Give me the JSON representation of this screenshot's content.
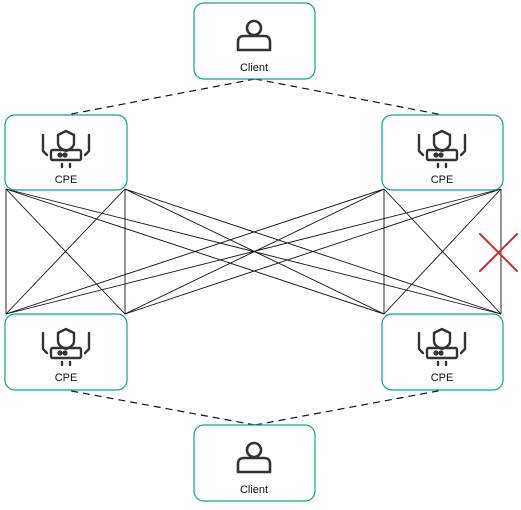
{
  "colors": {
    "node_border": "#12a389",
    "node_fill": "#ffffff",
    "icon": "#333333",
    "link": "#111111",
    "fault_mark": "#e8202a"
  },
  "nodes": {
    "client_top": {
      "label": "Client",
      "icon": "user-icon"
    },
    "cpe_top_left": {
      "label": "CPE",
      "icon": "cpe-router-icon"
    },
    "cpe_top_right": {
      "label": "CPE",
      "icon": "cpe-router-icon"
    },
    "cpe_bottom_left": {
      "label": "CPE",
      "icon": "cpe-router-icon"
    },
    "cpe_bottom_right": {
      "label": "CPE",
      "icon": "cpe-router-icon"
    },
    "client_bottom": {
      "label": "Client",
      "icon": "user-icon"
    }
  },
  "annotations": {
    "fault_marker": {
      "icon": "red-x-icon"
    }
  }
}
